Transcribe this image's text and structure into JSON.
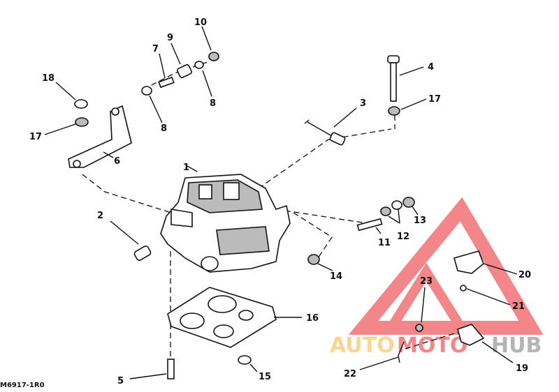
{
  "callouts": [
    {
      "id": "1",
      "text": "1"
    },
    {
      "id": "2",
      "text": "2"
    },
    {
      "id": "3",
      "text": "3"
    },
    {
      "id": "4",
      "text": "4"
    },
    {
      "id": "5",
      "text": "5"
    },
    {
      "id": "6",
      "text": "6"
    },
    {
      "id": "7",
      "text": "7"
    },
    {
      "id": "8a",
      "text": "8"
    },
    {
      "id": "8b",
      "text": "8"
    },
    {
      "id": "9",
      "text": "9"
    },
    {
      "id": "10",
      "text": "10"
    },
    {
      "id": "11",
      "text": "11"
    },
    {
      "id": "12",
      "text": "12"
    },
    {
      "id": "13",
      "text": "13"
    },
    {
      "id": "14",
      "text": "14"
    },
    {
      "id": "15",
      "text": "15"
    },
    {
      "id": "16",
      "text": "16"
    },
    {
      "id": "17a",
      "text": "17"
    },
    {
      "id": "17b",
      "text": "17"
    },
    {
      "id": "18",
      "text": "18"
    },
    {
      "id": "19",
      "text": "19"
    },
    {
      "id": "20",
      "text": "20"
    },
    {
      "id": "21",
      "text": "21"
    },
    {
      "id": "22",
      "text": "22"
    },
    {
      "id": "23",
      "text": "23"
    }
  ],
  "figure_code": "M6917-1R0",
  "watermark": {
    "text_auto": "AUTO",
    "text_moto": "MOTO",
    "text_hub": "HUB",
    "color_red": "#e8242a",
    "color_orange": "#f5b43c",
    "color_gray": "#777777"
  }
}
